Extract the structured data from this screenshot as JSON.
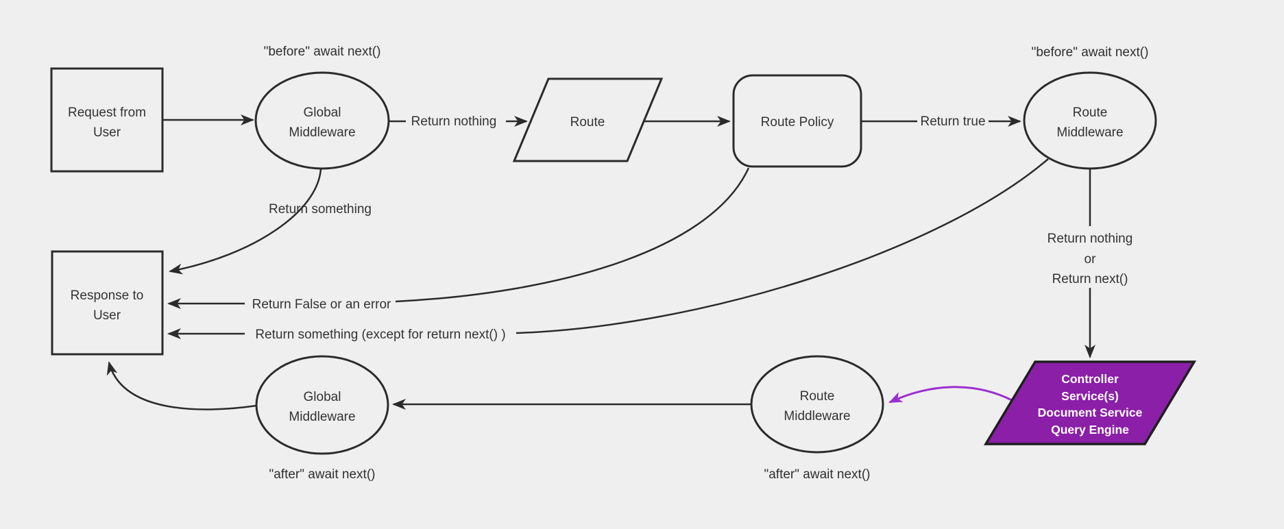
{
  "colors": {
    "background": "#efefef",
    "line": "#2b2b2b",
    "text": "#333333",
    "purple_fill": "#8b1fa8",
    "purple_border": "#1f1f1f",
    "purple_arrow": "#9b2fd0",
    "controller_text": "#ffffff"
  },
  "nodes": {
    "request": {
      "shape": "rectangle",
      "line1": "Request from",
      "line2": "User"
    },
    "global_middleware_top": {
      "shape": "ellipse",
      "line1": "Global",
      "line2": "Middleware"
    },
    "route": {
      "shape": "parallelogram",
      "label": "Route"
    },
    "route_policy": {
      "shape": "rounded-rectangle",
      "label": "Route Policy"
    },
    "route_middleware_top": {
      "shape": "ellipse",
      "line1": "Route",
      "line2": "Middleware"
    },
    "response": {
      "shape": "rectangle",
      "line1": "Response to",
      "line2": "User"
    },
    "global_middleware_bottom": {
      "shape": "ellipse",
      "line1": "Global",
      "line2": "Middleware"
    },
    "route_middleware_bottom": {
      "shape": "ellipse",
      "line1": "Route",
      "line2": "Middleware"
    },
    "controller": {
      "shape": "parallelogram",
      "line1": "Controller",
      "line2": "Service(s)",
      "line3": "Document Service",
      "line4": "Query Engine"
    }
  },
  "annotations": {
    "before_left": "\"before\" await next()",
    "before_right": "\"before\" await next()",
    "after_left": "\"after\" await next()",
    "after_right": "\"after\" await next()"
  },
  "edge_labels": {
    "return_nothing": "Return nothing",
    "return_true": "Return true",
    "return_something": "Return something",
    "return_false": "Return False or an error",
    "return_something_except": "Return something (except for return next() )",
    "return_nothing_or_1": "Return nothing",
    "return_nothing_or_2": "or",
    "return_nothing_or_3": "Return next()"
  }
}
